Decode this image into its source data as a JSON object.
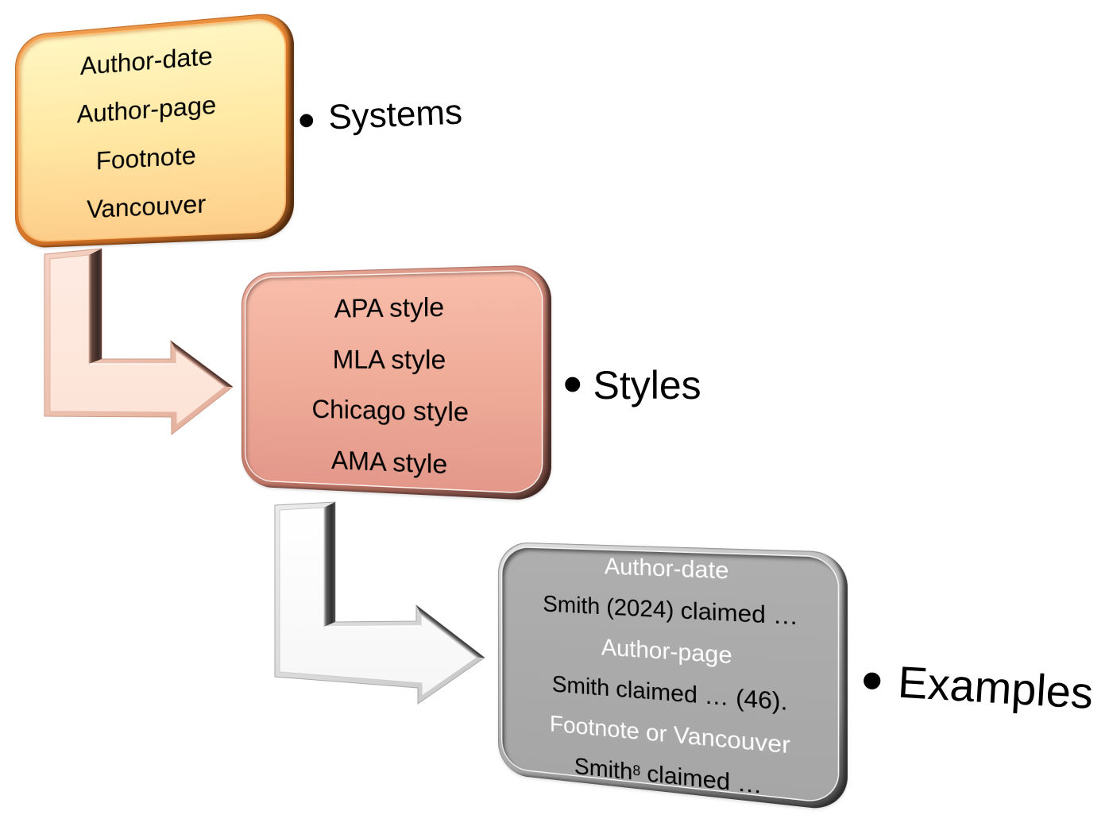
{
  "systems": {
    "bullet": "•",
    "label": "Systems",
    "items": [
      "Author-date",
      "Author-page",
      "Footnote",
      "Vancouver"
    ]
  },
  "styles": {
    "bullet": "•",
    "label": "Styles",
    "items": [
      "APA style",
      "MLA style",
      "Chicago style",
      "AMA style"
    ]
  },
  "examples": {
    "bullet": "•",
    "label": "Examples",
    "lines": [
      {
        "tone": "light",
        "text": "Author-date"
      },
      {
        "tone": "dark",
        "text": "Smith (2024) claimed …"
      },
      {
        "tone": "light",
        "text": "Author-page"
      },
      {
        "tone": "dark",
        "text": "Smith claimed … (46)."
      },
      {
        "tone": "light",
        "text": "Footnote or Vancouver"
      },
      {
        "tone": "dark",
        "text": "Smith",
        "superscript": "8",
        "text_after": " claimed …"
      }
    ]
  },
  "connectors": [
    {
      "icon": "bent-arrow-right",
      "from": "systems",
      "to": "styles"
    },
    {
      "icon": "bent-arrow-right",
      "from": "styles",
      "to": "examples"
    }
  ],
  "palette": {
    "systems-face-top": "#FFF6C2",
    "systems-face-bottom": "#FDCD8A",
    "systems-rim": "#E4822E",
    "styles-face-top": "#F8BDAA",
    "styles-face-bottom": "#E3988A",
    "styles-rim": "#CF8675",
    "examples-face": "#AAAAAA",
    "examples-rim": "#BCBCBC",
    "arrow-systems-styles": "#FDE3D6",
    "arrow-styles-examples": "#F6F6F6",
    "text-dark": "#000000",
    "text-light": "#FFFFFF"
  }
}
